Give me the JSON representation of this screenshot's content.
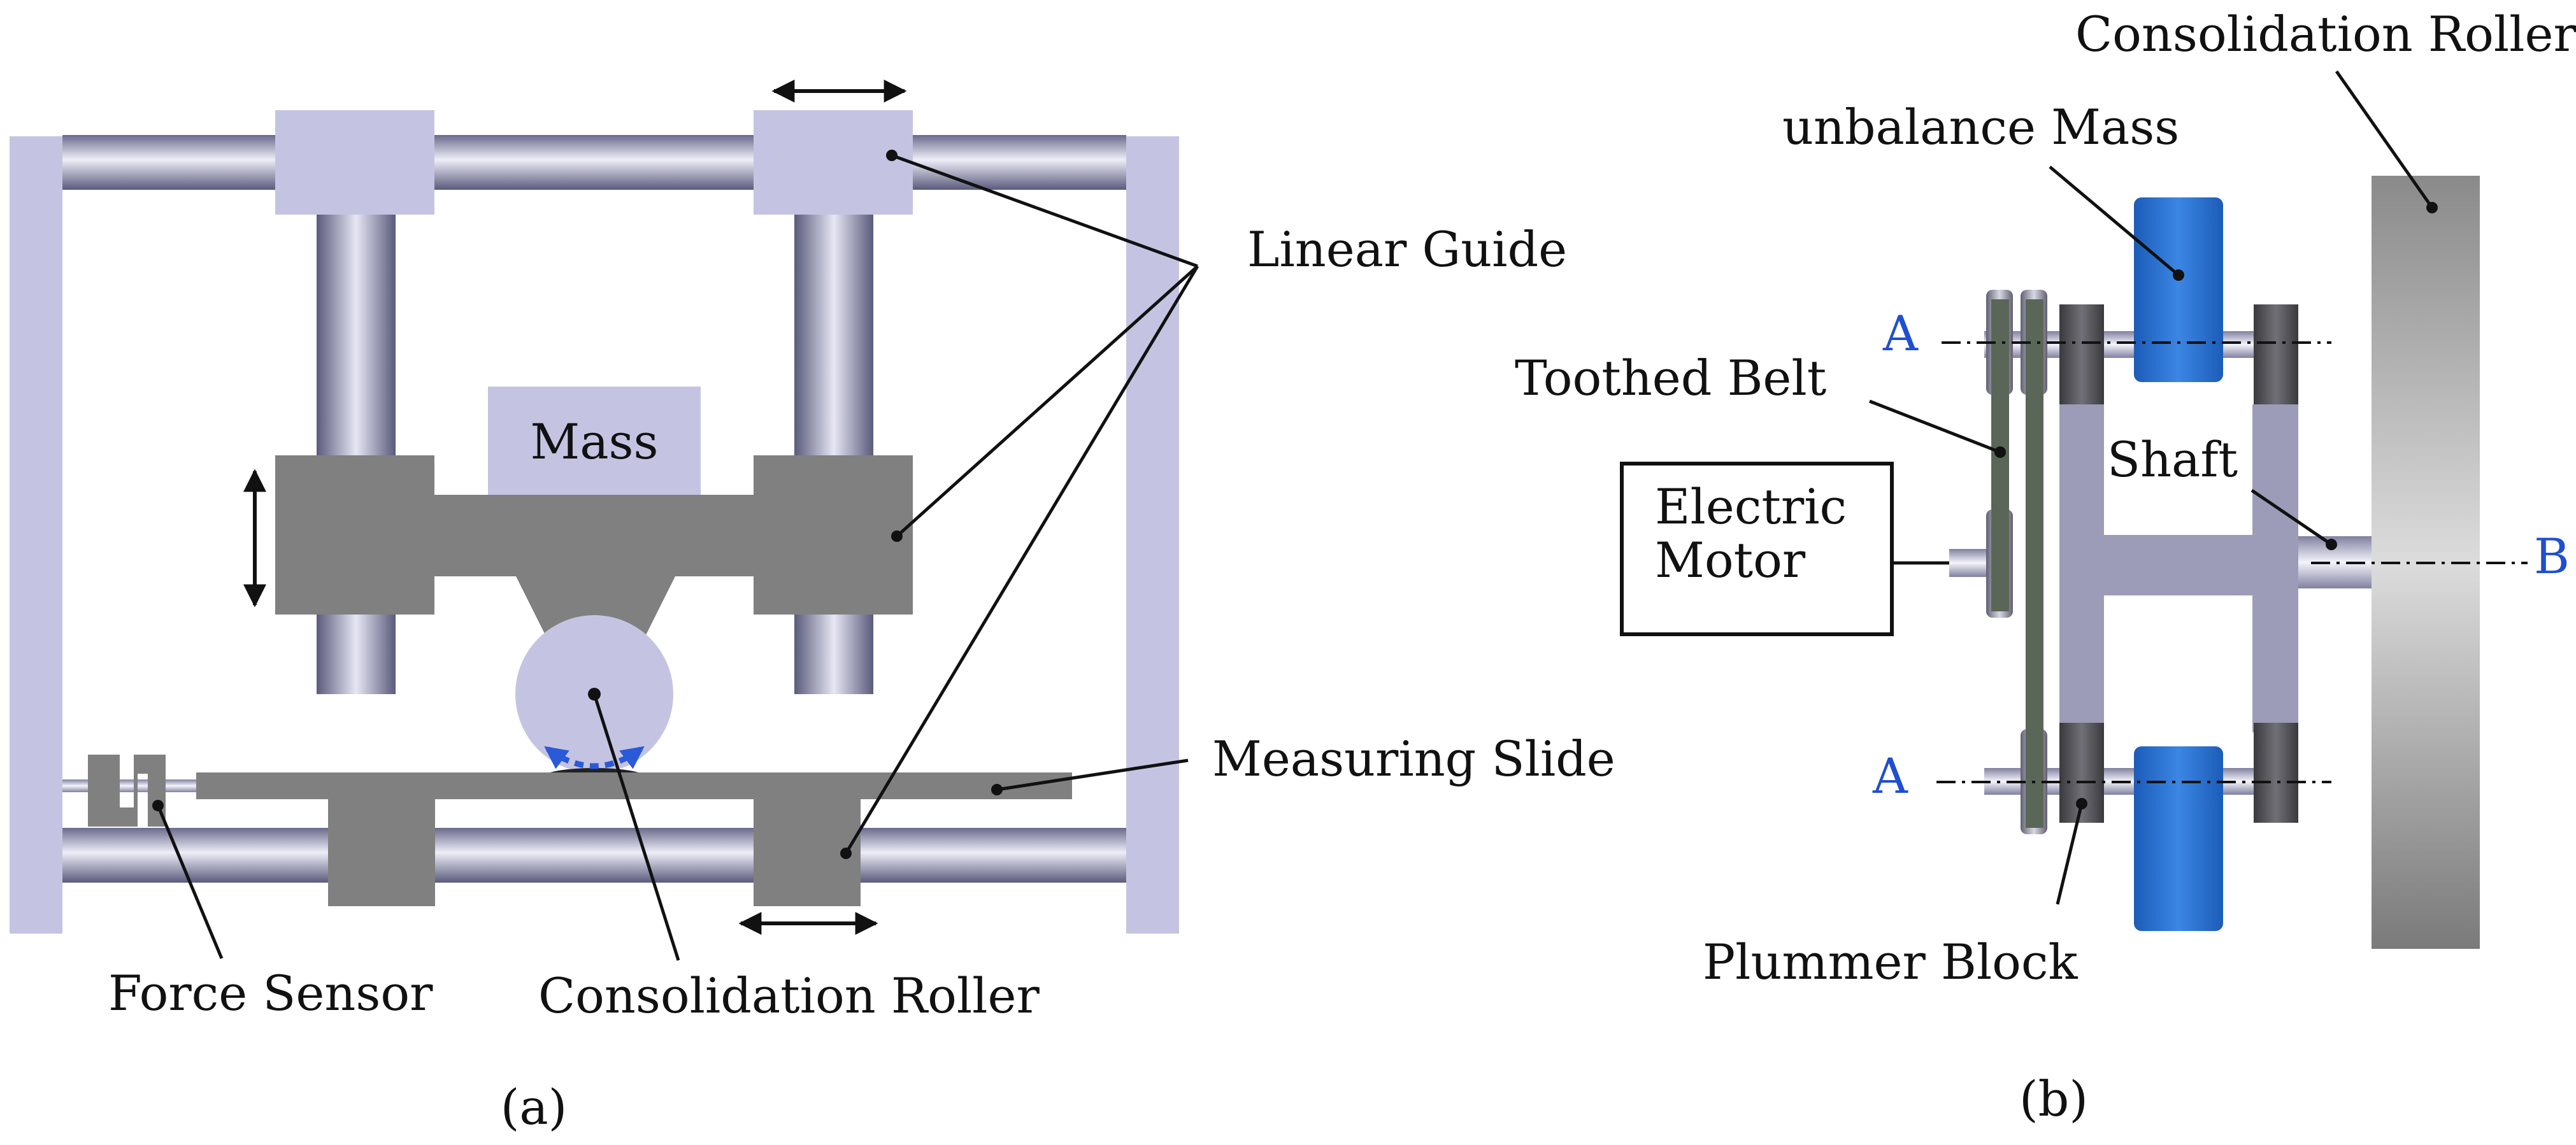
{
  "panel_a": {
    "caption": "(a)",
    "labels": {
      "mass": "Mass",
      "linear_guide": "Linear Guide",
      "measuring_slide": "Measuring Slide",
      "force_sensor": "Force Sensor",
      "consolidation_roller": "Consolidation Roller"
    }
  },
  "panel_b": {
    "caption": "(b)",
    "labels": {
      "consolidation_roller": "Consolidation Roller",
      "unbalance_mass": "unbalance Mass",
      "toothed_belt": "Toothed Belt",
      "shaft": "Shaft",
      "electric_motor_line1": "Electric",
      "electric_motor_line2": "Motor",
      "plummer_block": "Plummer Block",
      "axis_a_top": "A",
      "axis_a_bottom": "A",
      "axis_b": "B"
    }
  },
  "colors": {
    "frame": "#c4c4e2",
    "block_gray": "#808080",
    "rod_dark": "#6c6c8e",
    "rod_light": "#e8e8f6",
    "unbalance_blue": "#1f68c8",
    "axis_label_blue": "#1f4fd0",
    "roller_gray": "#8e8e8e"
  }
}
